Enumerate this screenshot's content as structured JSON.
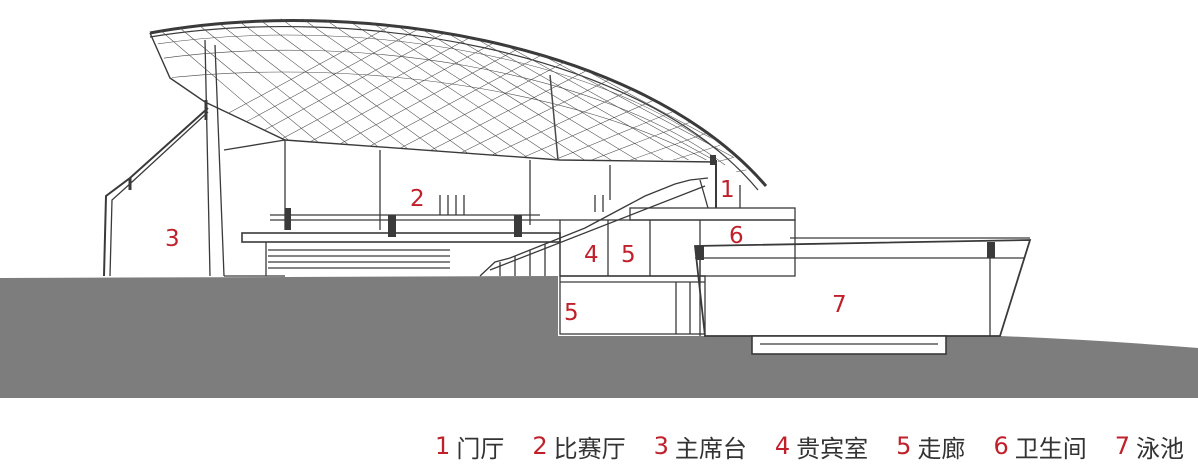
{
  "labels": {
    "lobby": "1",
    "arena": "2",
    "main_stand": "3",
    "vip_room": "4",
    "corridor_upper": "5",
    "corridor_lower": "5",
    "restroom": "6",
    "pool": "7"
  },
  "legend": [
    {
      "num": "1",
      "text": "门厅"
    },
    {
      "num": "2",
      "text": "比赛厅"
    },
    {
      "num": "3",
      "text": "主席台"
    },
    {
      "num": "4",
      "text": "贵宾室"
    },
    {
      "num": "5",
      "text": "走廊"
    },
    {
      "num": "6",
      "text": "卫生间"
    },
    {
      "num": "7",
      "text": "泳池"
    }
  ],
  "colors": {
    "ground": "#7d7d7d",
    "line": "#3a3a3a",
    "number": "#c0202a",
    "legend_text": "#333333"
  }
}
